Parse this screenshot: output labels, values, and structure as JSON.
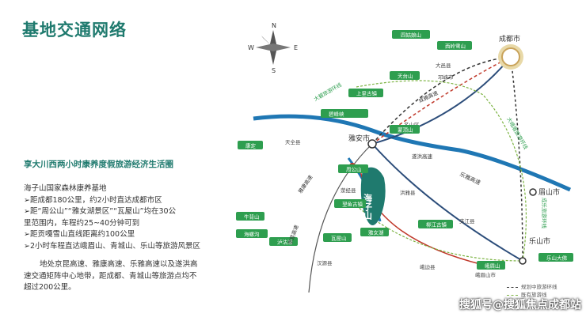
{
  "title": "基地交通网络",
  "subtitle": "享大川西两小时康养度假旅游经济生活圈",
  "intro": {
    "heading": "海子山国家森林康养基地",
    "bullets": [
      "➢距成都180公里，约2小时直达成都市区",
      "➢距“周公山”“雅女湖景区”“瓦屋山”均在30公",
      "里范围内，车程约25~40分钟可到",
      "➢距贡嘎雪山直线距离约100公里",
      "➢2小时车程直达峨眉山、青城山、乐山等旅游风景区"
    ]
  },
  "para2": [
    "地处京昆高速、雅康高速、乐雅高速以及遂洪高",
    "速交通矩阵中心地带，距成都、青城山等旅游点均不",
    "超过200公里。"
  ],
  "compass": {
    "n": "N",
    "s": "S",
    "e": "E",
    "w": "W"
  },
  "cities": {
    "chengdu": "成都市",
    "yaan": "雅安市",
    "meishan": "眉山市",
    "leshan": "乐山市",
    "haizishan": "海子山"
  },
  "counties": [
    "大邑县",
    "邛崃市",
    "天全县",
    "名山区",
    "荥经县",
    "洪雅县",
    "夹江县",
    "峨眉山市",
    "汉源县",
    "峨边县"
  ],
  "badges": [
    "四姑娘山",
    "西岭雪山",
    "天台山",
    "上里古镇",
    "碧峰峡",
    "蒙顶山",
    "康定",
    "周公山",
    "望鱼古镇",
    "雅女湖",
    "瓦屋山",
    "柳江古镇",
    "峨眉山",
    "乐山大佛",
    "牛背山",
    "海螺沟",
    "泸沽湖"
  ],
  "roads": [
    "大碧旅游环线",
    "成雅高速",
    "雅康高速",
    "乐雅高速",
    "京昆高速",
    "遂洪高速",
    "大峨眉旅游环线",
    "成乐旅游环线"
  ],
  "legend": {
    "planned": "规划中旅游环线",
    "existing": "既有旅游线"
  },
  "watermark": "搜狐号@搜狐焦点成都站",
  "colors": {
    "accent": "#1f7a6e",
    "badge": "#2e9e4f",
    "river": "#1f77b4",
    "highway": "#2c4d7a",
    "rail": "#c0392b"
  }
}
